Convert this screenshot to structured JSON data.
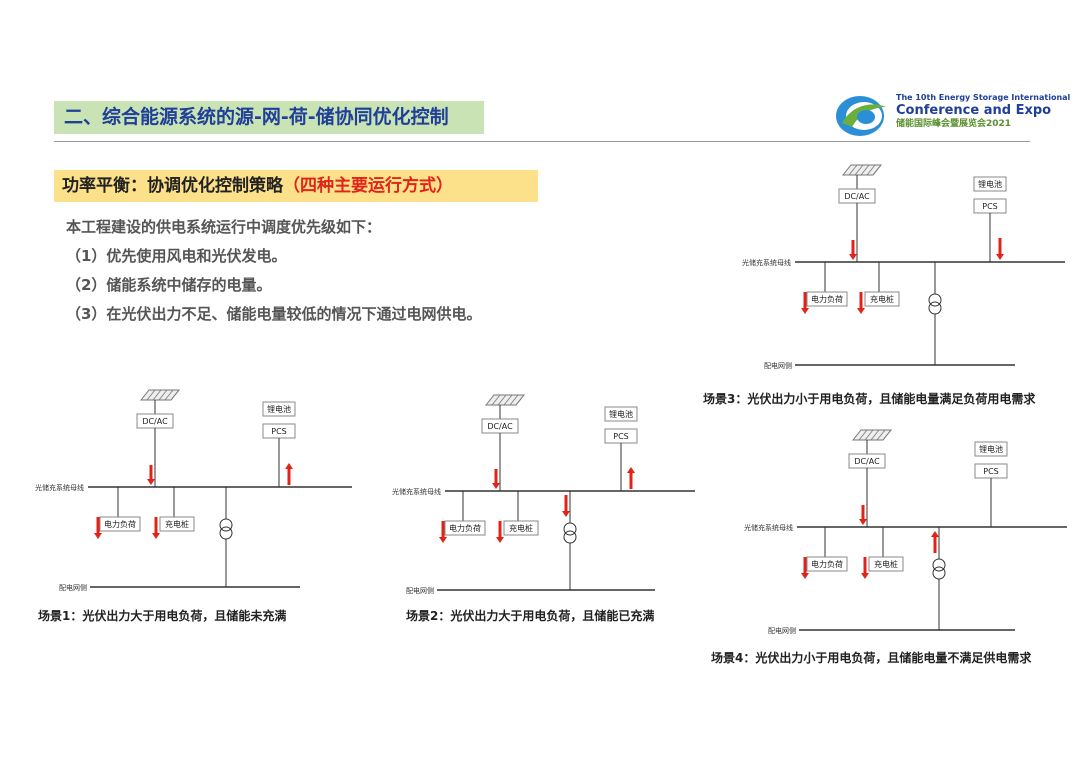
{
  "header": {
    "section_title": "二、综合能源系统的源-网-荷-储协同优化控制",
    "logo": {
      "line1": "The 10th Energy Storage International",
      "line2": "Conference and Expo",
      "line3": "储能国际峰会暨展览会2021",
      "colors": {
        "blue": "#1f3f99",
        "green": "#6aaf3d"
      }
    }
  },
  "subtitle": {
    "main": "功率平衡：协调优化控制策略",
    "accent": "（四种主要运行方式）"
  },
  "body": {
    "intro": "本工程建设的供电系统运行中调度优先级如下：",
    "items": [
      "（1）优先使用风电和光伏发电。",
      "（2）储能系统中储存的电量。",
      "（3）在光伏出力不足、储能电量较低的情况下通过电网供电。"
    ]
  },
  "diagram_labels": {
    "dcac": "DC/AC",
    "pcs": "PCS",
    "battery": "锂电池",
    "bus": "光储充系统母线",
    "load": "电力负荷",
    "charger": "充电桩",
    "grid": "配电网侧"
  },
  "scenes": [
    {
      "id": "s1",
      "caption": "场景1：光伏出力大于用电负荷，且储能未充满",
      "arrows": {
        "pv": "down",
        "load": "down",
        "charger": "down",
        "pcs": "up",
        "grid": "none"
      }
    },
    {
      "id": "s2",
      "caption": "场景2：光伏出力大于用电负荷，且储能已充满",
      "arrows": {
        "pv": "down",
        "load": "down",
        "charger": "down",
        "pcs": "up",
        "grid": "down"
      }
    },
    {
      "id": "s3",
      "caption": "场景3：光伏出力小于用电负荷，且储能电量满足负荷用电需求",
      "arrows": {
        "pv": "down",
        "load": "down",
        "charger": "down",
        "pcs": "down",
        "grid": "none"
      }
    },
    {
      "id": "s4",
      "caption": "场景4：光伏出力小于用电负荷，且储能电量不满足供电需求",
      "arrows": {
        "pv": "down",
        "load": "down",
        "charger": "down",
        "pcs": "none",
        "grid": "up"
      }
    }
  ],
  "colors": {
    "arrow": "#e2231a",
    "line": "#333333",
    "title_bg": "#c9e3b4",
    "subtitle_bg": "#fde08a"
  }
}
